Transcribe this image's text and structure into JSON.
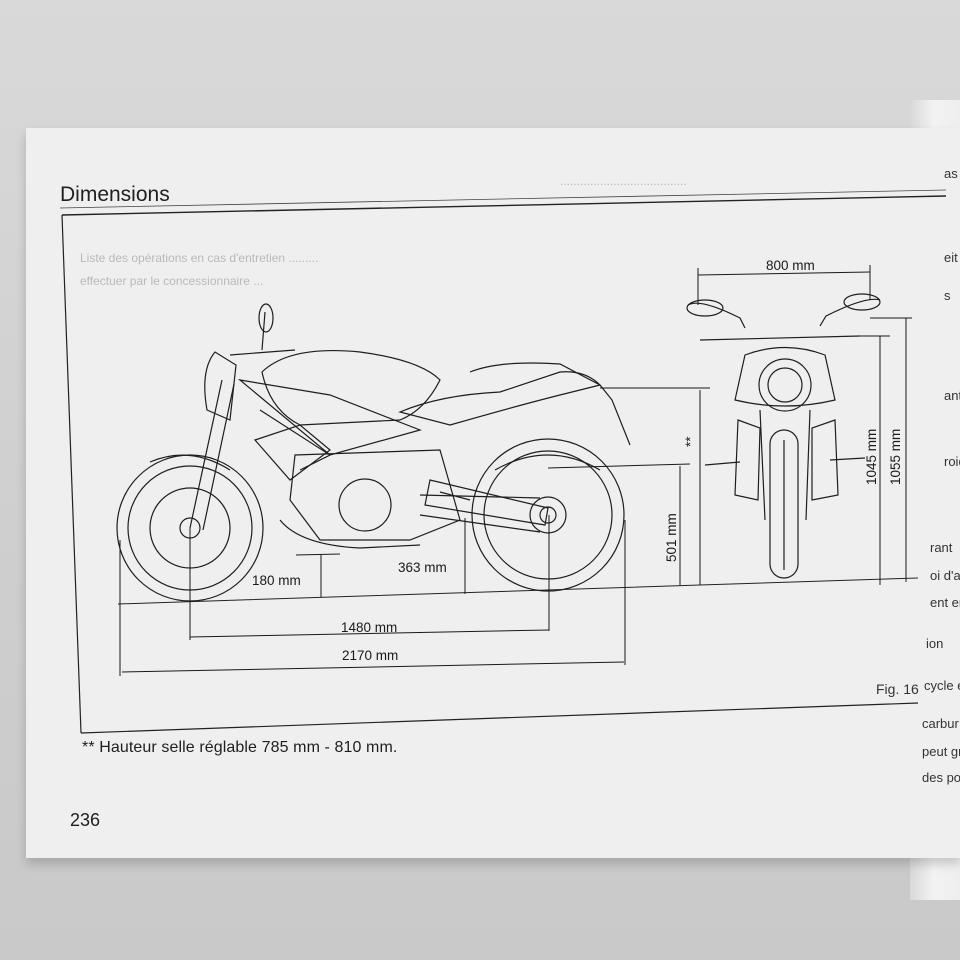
{
  "page": {
    "title": "Dimensions",
    "page_number": "236",
    "footnote_marker": "**",
    "footnote": "Hauteur selle réglable 785 mm - 810 mm.",
    "figure_label": "Fig. 16"
  },
  "dimensions": {
    "width": "800 mm",
    "mirror_height": "1045 mm",
    "overall_height": "1055 mm",
    "axle_height": "501 mm",
    "seat_marker": "**",
    "ground_clearance": "180 mm",
    "clearance_to_axle": "363 mm",
    "wheelbase": "1480 mm",
    "overall_length": "2170 mm"
  },
  "right_page_fragments": [
    "as",
    "eit",
    "s",
    "ant",
    "roidi",
    "rant",
    "oi d'ad",
    "ent en",
    "ion",
    "cycle es",
    "carbur",
    "peut gr",
    "des po"
  ]
}
